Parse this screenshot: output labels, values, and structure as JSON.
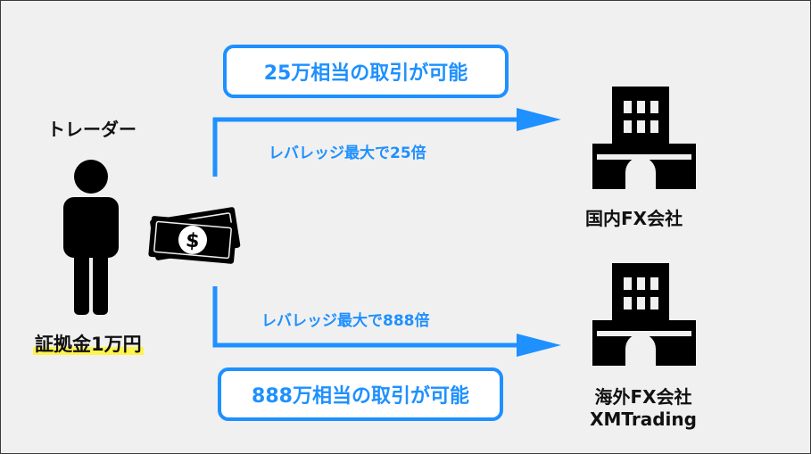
{
  "trader": {
    "title": "トレーダー",
    "margin_label": "証拠金1万円"
  },
  "domestic": {
    "capacity_label": "25万相当の取引が可能",
    "leverage_label": "レバレッジ最大で25倍",
    "company_label": "国内FX会社"
  },
  "overseas": {
    "capacity_label": "888万相当の取引が可能",
    "leverage_label": "レバレッジ最大で888倍",
    "company_label_line1": "海外FX会社",
    "company_label_line2": "XMTrading"
  },
  "icons": {
    "person": "person-icon",
    "money": "banknote-dollar-icon",
    "building": "office-building-icon"
  },
  "colors": {
    "accent": "#1e90ff",
    "background": "#f0f0f0",
    "highlight": "#fff34d",
    "ink": "#111111"
  }
}
